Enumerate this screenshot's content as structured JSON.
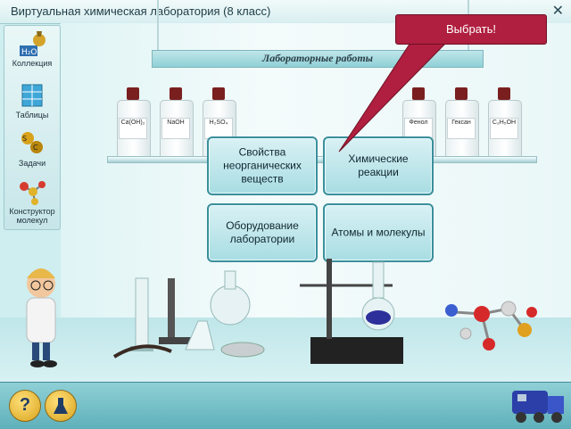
{
  "window": {
    "title": "Виртуальная химическая лаборатория (8 класс)",
    "close_glyph": "✕"
  },
  "sidebar": {
    "items": [
      {
        "label": "Коллекция",
        "icon": "flask-collection-icon"
      },
      {
        "label": "Таблицы",
        "icon": "table-book-icon"
      },
      {
        "label": "Задачи",
        "icon": "tasks-icon"
      },
      {
        "label": "Конструктор молекул",
        "icon": "molecule-builder-icon"
      }
    ]
  },
  "sign": {
    "text": "Лабораторные работы"
  },
  "bottles": {
    "left": [
      {
        "label": "Ca(OH)₂"
      },
      {
        "label": "NaOH"
      },
      {
        "label": "H₂SO₄"
      }
    ],
    "right": [
      {
        "label": "Фенол"
      },
      {
        "label": "Гексан"
      },
      {
        "label": "C₂H₅OH"
      }
    ]
  },
  "menu": {
    "items": [
      {
        "label": "Свойства неорганических веществ"
      },
      {
        "label": "Химические реакции"
      },
      {
        "label": "Оборудование лаборатории"
      },
      {
        "label": "Атомы и молекулы"
      }
    ]
  },
  "callout": {
    "text": "Выбрать!"
  },
  "bottom": {
    "help_glyph": "?",
    "help_icon": "help-icon",
    "chem_icon": "chemistry-icon",
    "train_icon": "train-icon"
  },
  "colors": {
    "callout": "#b01f3f",
    "button_border": "#3c8f9b",
    "bottom_bar": "#5fb0ba"
  }
}
